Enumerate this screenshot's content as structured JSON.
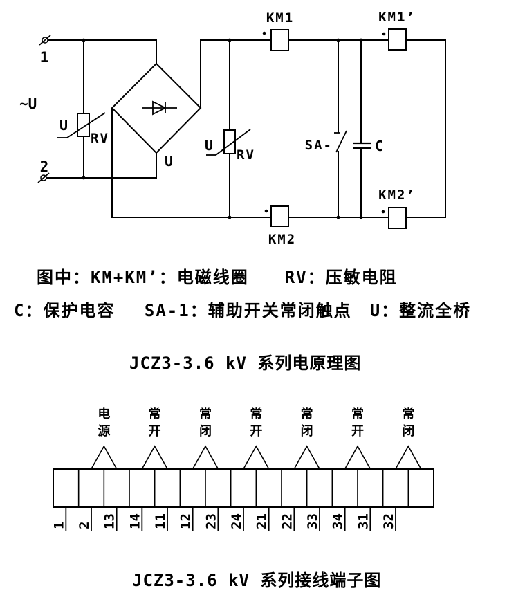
{
  "schematic": {
    "terminal1_label": "1",
    "terminal2_label": "2",
    "ac_voltage_label": "∼U",
    "bridge_label": "U",
    "rv_left": {
      "u_label": "U",
      "rv_label": "RV"
    },
    "rv_right": {
      "u_label": "U",
      "rv_label": "RV"
    },
    "coil_km1": "KM1",
    "coil_km1_prime": "KM1’",
    "coil_km2": "KM2",
    "coil_km2_prime": "KM2’",
    "aux_switch_label": "SA-",
    "capacitor_label": "C"
  },
  "legend": {
    "line1": "图中：KM+KM’：电磁线圈　　RV：压敏电阻",
    "line2": "C：保护电容　 SA-1：辅助开关常闭触点　U：整流全桥"
  },
  "section_titles": {
    "schematic": "JCZ3-3.6 kV 系列电原理图",
    "terminals": "JCZ3-3.6 kV 系列接线端子图"
  },
  "terminal_block": {
    "group_labels": [
      "电源",
      "常开",
      "常闭",
      "常开",
      "常闭",
      "常开",
      "常闭"
    ],
    "terminal_numbers": [
      "1",
      "2",
      "13",
      "14",
      "11",
      "12",
      "23",
      "24",
      "21",
      "22",
      "33",
      "34",
      "31",
      "32"
    ],
    "cell_count": 15
  },
  "colors": {
    "ink": "#000000",
    "paper": "#ffffff"
  }
}
